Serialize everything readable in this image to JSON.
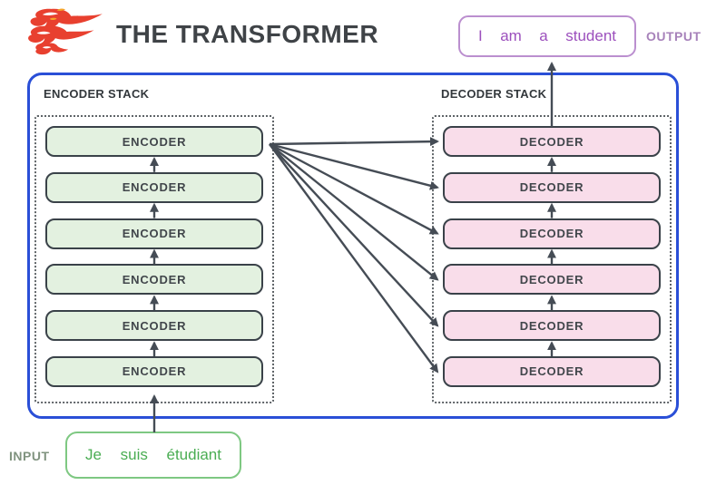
{
  "header": {
    "title": "THE TRANSFORMER",
    "logo_icon": "flame-icon",
    "output": {
      "label": "OUTPUT",
      "tokens": [
        "I",
        "am",
        "a",
        "student"
      ]
    }
  },
  "container": {
    "encoder_stack": {
      "label": "ENCODER STACK",
      "blocks": [
        "ENCODER",
        "ENCODER",
        "ENCODER",
        "ENCODER",
        "ENCODER",
        "ENCODER"
      ]
    },
    "decoder_stack": {
      "label": "DECODER STACK",
      "blocks": [
        "DECODER",
        "DECODER",
        "DECODER",
        "DECODER",
        "DECODER",
        "DECODER"
      ]
    }
  },
  "input": {
    "label": "INPUT",
    "tokens": [
      "Je",
      "suis",
      "étudiant"
    ]
  },
  "colors": {
    "title_color": "#3f4347",
    "logo_red": "#e8402f",
    "logo_accent": "#f6a428",
    "container_border": "#2a4fd7",
    "stack_label_color": "#33383c",
    "dotted_border": "#5f6468",
    "block_border": "#3a4249",
    "block_text": "#41464b",
    "encoder_fill": "#e3f1e0",
    "decoder_fill": "#f9ddea",
    "arrow": "#454c55",
    "output_border": "#bb8fcf",
    "output_text": "#9c50bd",
    "output_label_color": "#a782ba",
    "input_border": "#7ec882",
    "input_text": "#4aad53",
    "input_label_color": "#80937f"
  }
}
